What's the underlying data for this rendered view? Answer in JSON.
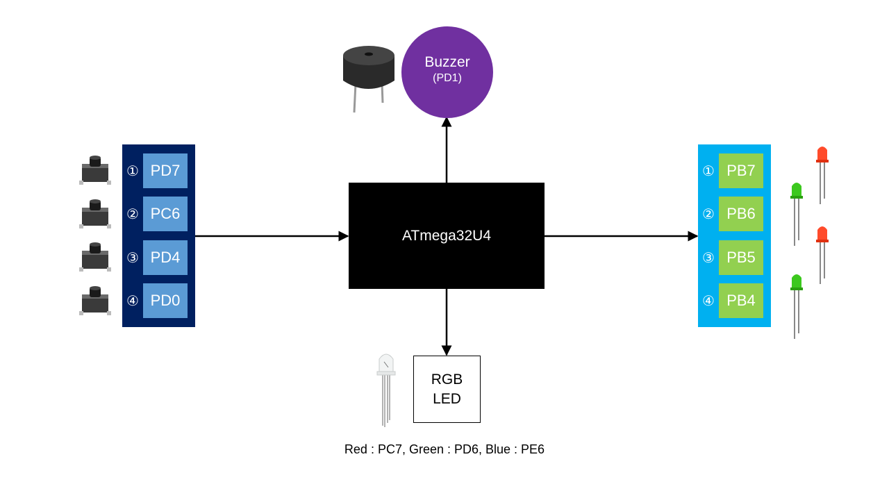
{
  "buzzer": {
    "label": "Buzzer",
    "pin": "(PD1)"
  },
  "mcu": {
    "label": "ATmega32U4"
  },
  "buttons": [
    {
      "num": "①",
      "pin": "PD7"
    },
    {
      "num": "②",
      "pin": "PC6"
    },
    {
      "num": "③",
      "pin": "PD4"
    },
    {
      "num": "④",
      "pin": "PD0"
    }
  ],
  "leds": [
    {
      "num": "①",
      "pin": "PB7"
    },
    {
      "num": "②",
      "pin": "PB6"
    },
    {
      "num": "③",
      "pin": "PB5"
    },
    {
      "num": "④",
      "pin": "PB4"
    }
  ],
  "rgb": {
    "line1": "RGB",
    "line2": "LED",
    "caption": "Red : PC7, Green : PD6, Blue : PE6"
  },
  "colors": {
    "buzzer": "#7030a0",
    "mcu": "#000000",
    "button_panel": "#002060",
    "button_pin": "#5b9bd5",
    "led_panel": "#00b0f0",
    "led_pin": "#92d050",
    "led_red": "#ff4b2b",
    "led_green": "#3cc81e"
  },
  "icons": [
    "buzzer-component-icon",
    "tactile-switch-icon",
    "led-red-icon",
    "led-green-icon",
    "rgb-led-icon"
  ]
}
